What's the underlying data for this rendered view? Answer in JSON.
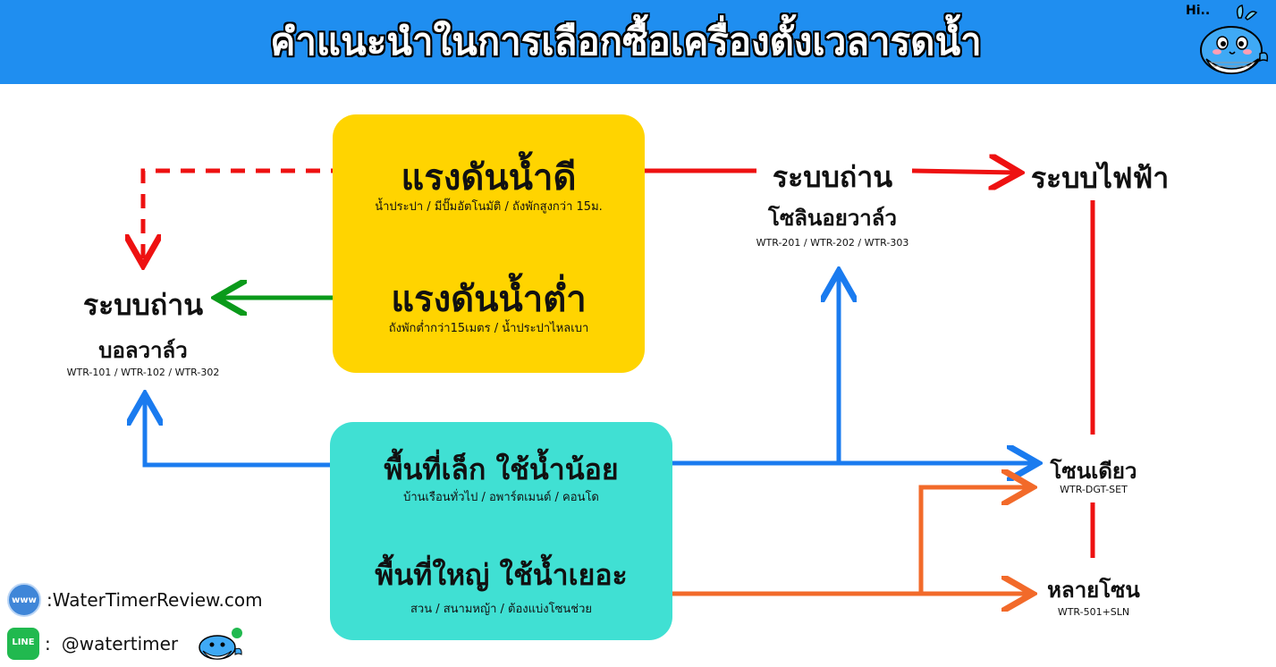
{
  "header": {
    "title": "คำแนะนำในการเลือกซื้อเครื่องตั้งเวลารดน้ำ",
    "greeting": "Hi.."
  },
  "pressure": {
    "high": {
      "title": "แรงดันน้ำดี",
      "desc": "น้ำประปา / มีปั๊มอัตโนมัติ / ถังพักสูงกว่า 15ม."
    },
    "low": {
      "title": "แรงดันน้ำต่ำ",
      "desc": "ถังพักต่ำกว่า15เมตร / น้ำประปาไหลเบา"
    }
  },
  "area": {
    "small": {
      "title": "พื้นที่เล็ก ใช้น้ำน้อย",
      "desc": "บ้านเรือนทั่วไป / อพาร์ตเมนต์ / คอนโด"
    },
    "large": {
      "title": "พื้นที่ใหญ่ ใช้น้ำเยอะ",
      "desc": "สวน / สนามหญ้า / ต้องแบ่งโซนช่วย"
    }
  },
  "battery_ball": {
    "title": "ระบบถ่าน",
    "subtitle": "บอลวาล์ว",
    "models": "WTR-101 / WTR-102 / WTR-302"
  },
  "battery_solenoid": {
    "title": "ระบบถ่าน",
    "subtitle": "โซลินอยวาล์ว",
    "models": "WTR-201 / WTR-202 / WTR-303"
  },
  "electric": {
    "title": "ระบบไฟฟ้า"
  },
  "single_zone": {
    "title": "โซนเดียว",
    "model": "WTR-DGT-SET"
  },
  "multi_zone": {
    "title": "หลายโซน",
    "model": "WTR-501+SLN"
  },
  "footer": {
    "website": ":WaterTimerReview.com",
    "line_sep": ":",
    "line_id": "@watertimer",
    "globe_label": "www",
    "line_label": "LINE"
  },
  "colors": {
    "header_bg": "#1f8ef0",
    "yellow_box": "#ffd400",
    "cyan_box": "#40e0d3",
    "red": "#ee1111",
    "green": "#0a9a1a",
    "blue": "#1a7bef",
    "orange": "#f26a2a"
  },
  "icons": [
    "whale-mascot-icon",
    "globe-icon",
    "line-app-icon",
    "arrow-icon"
  ]
}
